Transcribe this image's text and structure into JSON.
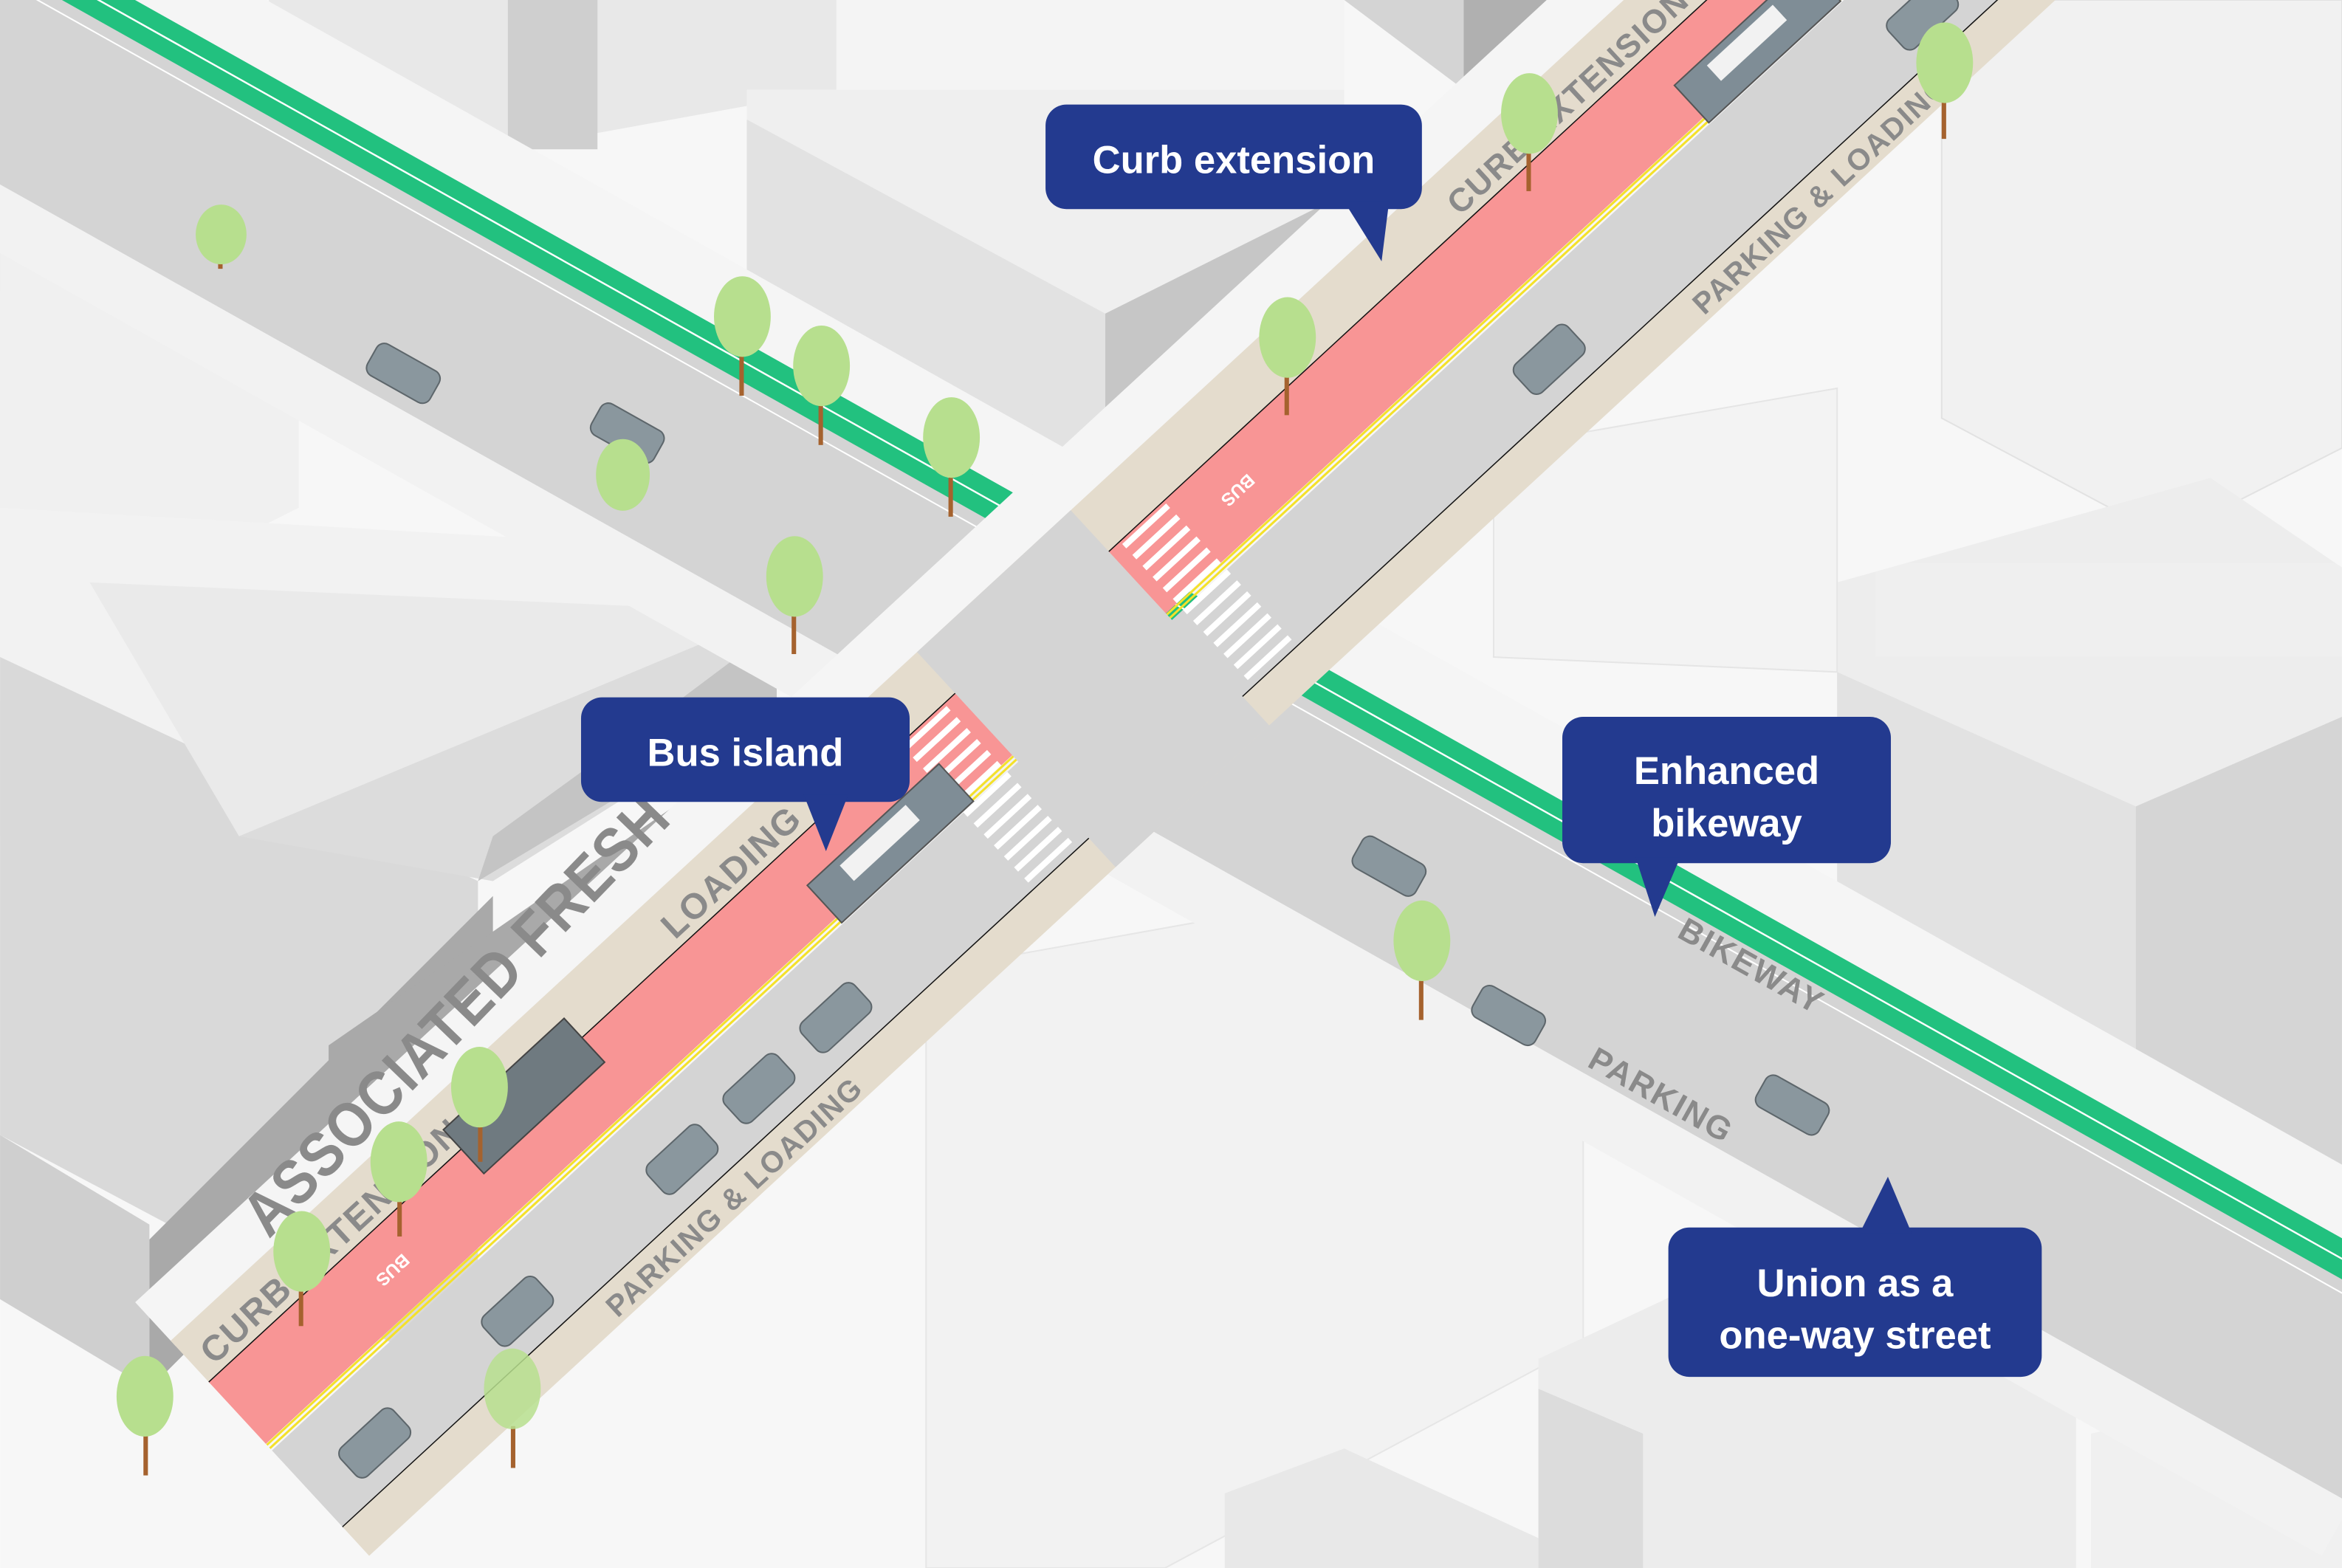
{
  "callouts": {
    "curb_extension": "Curb extension",
    "bus_island": "Bus island",
    "enhanced_bikeway_line1": "Enhanced",
    "enhanced_bikeway_line2": "bikeway",
    "one_way_line1": "Union as a",
    "one_way_line2": "one-way street"
  },
  "street_labels": {
    "curb_extension_top": "CURB EXTENSION",
    "curb_extension_bottom": "CURB EXTENSION",
    "parking_loading_top": "PARKING & LOADING",
    "parking_loading_bottom": "PARKING & LOADING",
    "loading": "LOADING",
    "bikeway": "BIKEWAY",
    "parking": "PARKING",
    "bus_marking_top": "BUS",
    "bus_marking_bottom": "BUS"
  },
  "building_sign": "ASSOCIATED FRESH",
  "colors": {
    "callout": "#233a8f",
    "bus_lane": "#f89595",
    "bikeway": "#22c17f",
    "curb": "#e4dccd",
    "road": "#d4d4d4"
  }
}
